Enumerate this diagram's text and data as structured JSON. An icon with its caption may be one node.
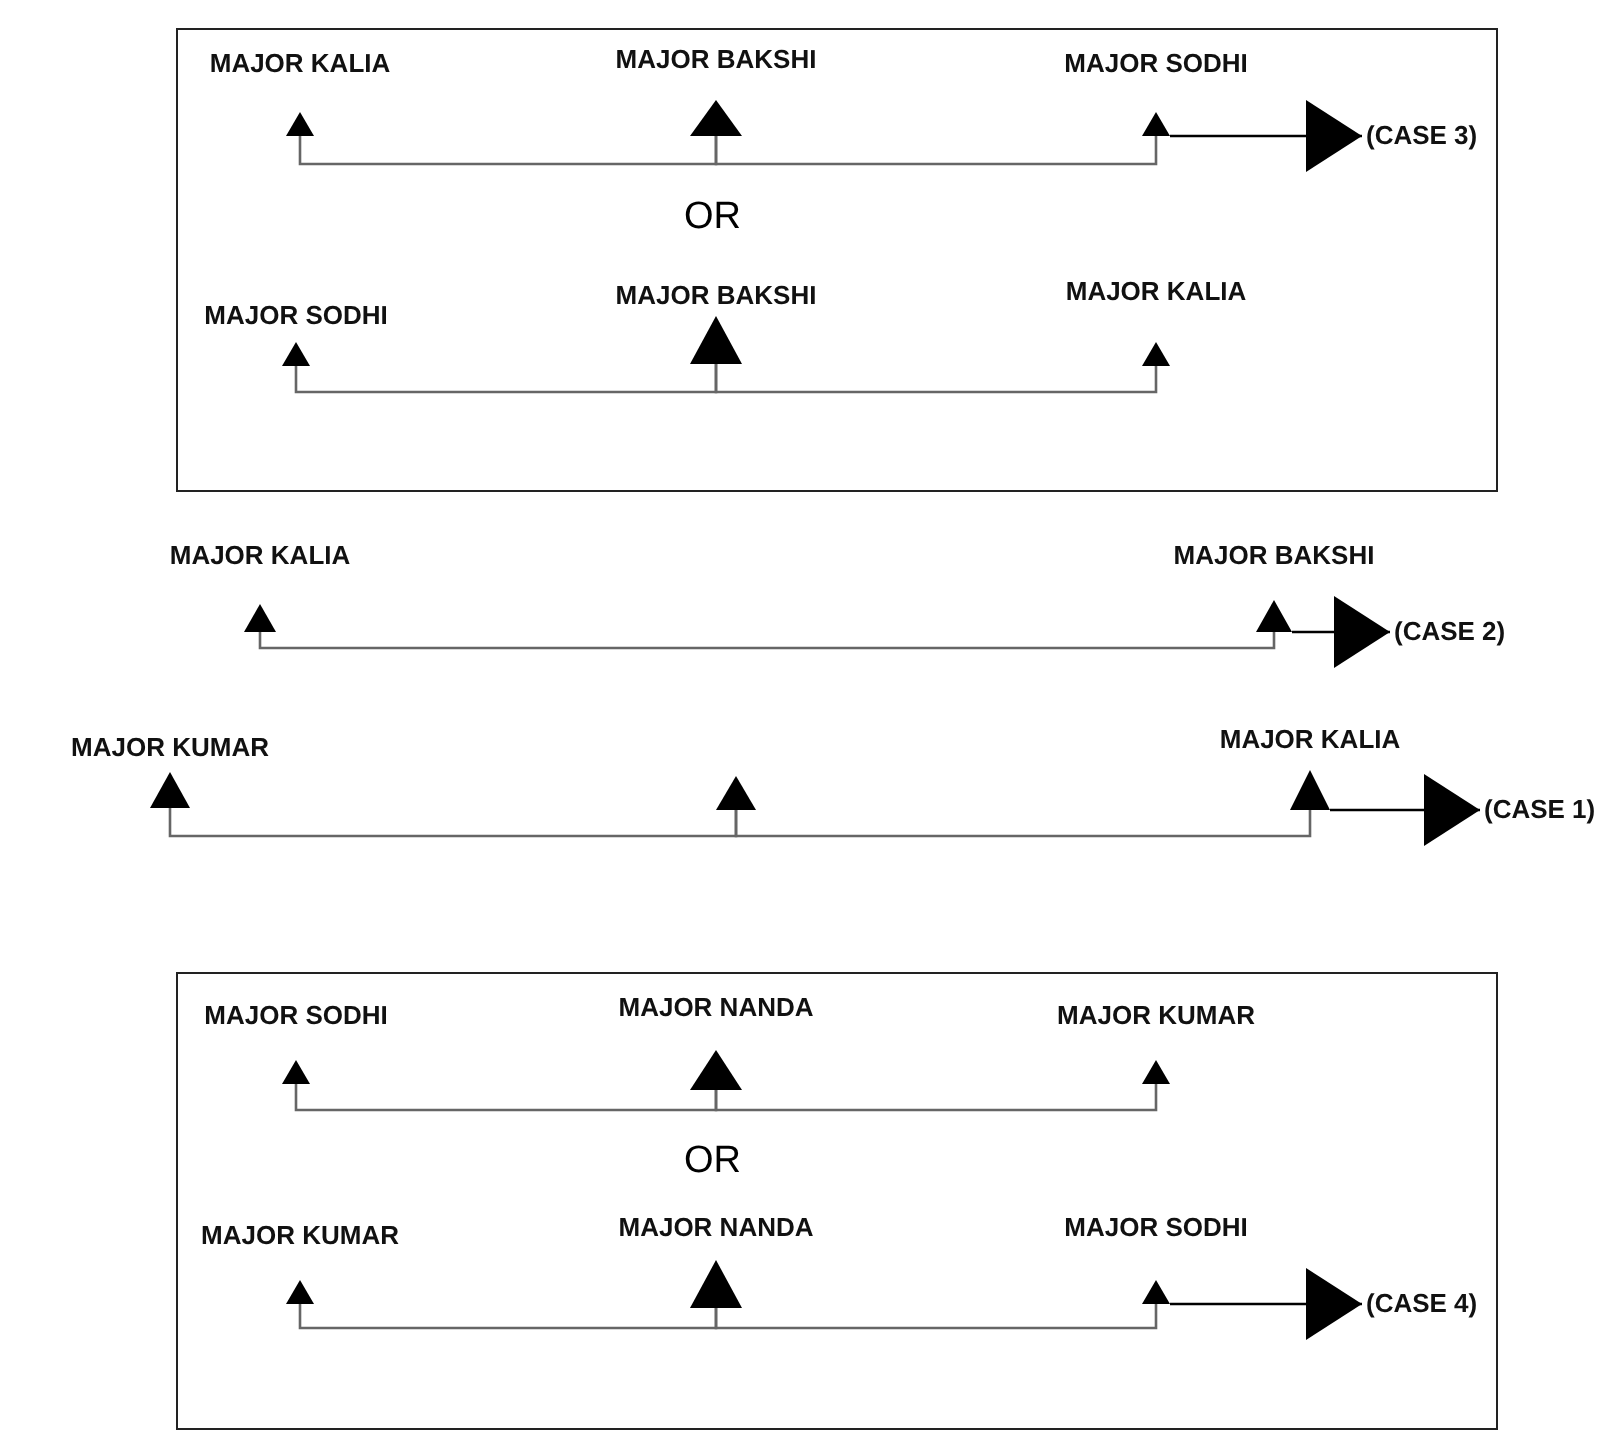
{
  "diagram": {
    "nodes": [
      {
        "text": [],
        "shape": "box"
      },
      {
        "text": [
          "MAJOR KALIA"
        ],
        "in": 0
      },
      {
        "text": [
          "MAJOR BAKSHI"
        ],
        "in": 0
      },
      {
        "text": [
          "MAJOR SODHI"
        ],
        "in": 0
      },
      {
        "text": [
          "MAJOR SODHI"
        ],
        "in": 0
      },
      {
        "text": [
          "MAJOR BAKSHI"
        ],
        "in": 0
      },
      {
        "text": [
          "MAJOR KALIA"
        ],
        "in": 0
      },
      {
        "text": [
          "(CASE 3)"
        ],
        "in": 0
      },
      {
        "text": [
          "MAJOR KALIA"
        ]
      },
      {
        "text": [
          "MAJOR BAKSHI"
        ]
      },
      {
        "text": [
          "(CASE 2)"
        ]
      },
      {
        "text": [
          "MAJOR KUMAR"
        ]
      },
      {
        "text": [],
        "shape": "triangle"
      },
      {
        "text": [
          "MAJOR KALIA"
        ]
      },
      {
        "text": [
          "(CASE 1)"
        ]
      },
      {
        "text": [],
        "shape": "box"
      },
      {
        "text": [
          "MAJOR SODHI"
        ],
        "in": 15
      },
      {
        "text": [
          "MAJOR NANDA"
        ],
        "in": 15
      },
      {
        "text": [
          "MAJOR KUMAR"
        ],
        "in": 15
      },
      {
        "text": [
          "MAJOR KUMAR"
        ],
        "in": 15
      },
      {
        "text": [
          "MAJOR NANDA"
        ],
        "in": 15
      },
      {
        "text": [
          "MAJOR SODHI"
        ],
        "in": 15
      },
      {
        "text": [
          "(CASE 4)"
        ],
        "in": 15
      }
    ],
    "edges": [
      {
        "from": 1,
        "to": 2,
        "arrow": "none"
      },
      {
        "from": 2,
        "to": 3,
        "arrow": "none"
      },
      {
        "from": 3,
        "to": 7,
        "arrow": "to",
        "color": "#000000"
      },
      {
        "from": 4,
        "to": 5,
        "arrow": "none"
      },
      {
        "from": 5,
        "to": 6,
        "arrow": "none"
      },
      {
        "from": 8,
        "to": 9,
        "arrow": "none"
      },
      {
        "from": 9,
        "to": 10,
        "arrow": "to",
        "color": "#000000"
      },
      {
        "from": 11,
        "to": 12,
        "arrow": "none"
      },
      {
        "from": 12,
        "to": 13,
        "arrow": "none"
      },
      {
        "from": 13,
        "to": 14,
        "arrow": "to",
        "color": "#000000"
      },
      {
        "from": 16,
        "to": 17,
        "arrow": "none"
      },
      {
        "from": 17,
        "to": 18,
        "arrow": "none"
      },
      {
        "from": 19,
        "to": 20,
        "arrow": "none"
      },
      {
        "from": 20,
        "to": 21,
        "arrow": "none"
      },
      {
        "from": 21,
        "to": 22,
        "arrow": "to",
        "color": "#000000"
      }
    ],
    "labels": [
      "OR",
      "OR"
    ]
  }
}
